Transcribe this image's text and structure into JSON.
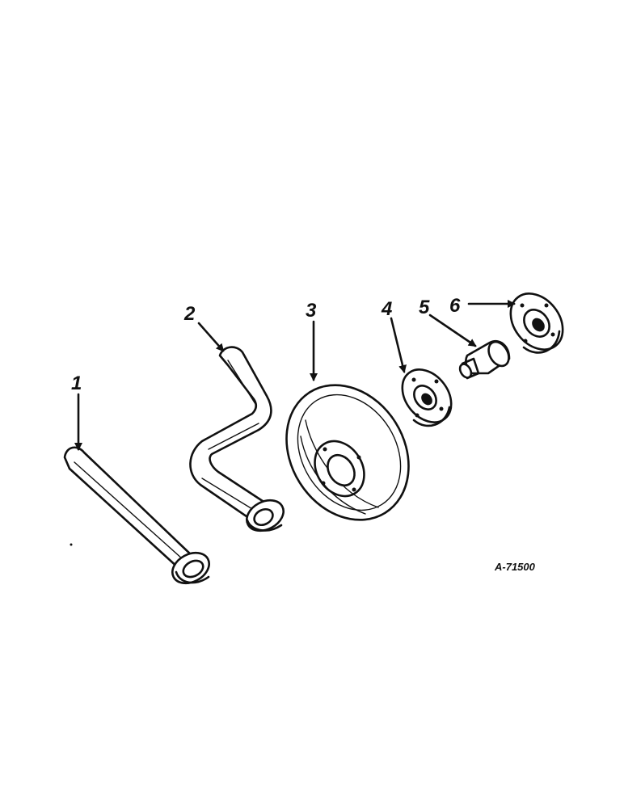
{
  "diagram": {
    "callouts": [
      "1",
      "2",
      "3",
      "4",
      "5",
      "6"
    ],
    "reference_number": "A-71500"
  },
  "colors": {
    "ink": "#111111",
    "paper": "#ffffff"
  }
}
